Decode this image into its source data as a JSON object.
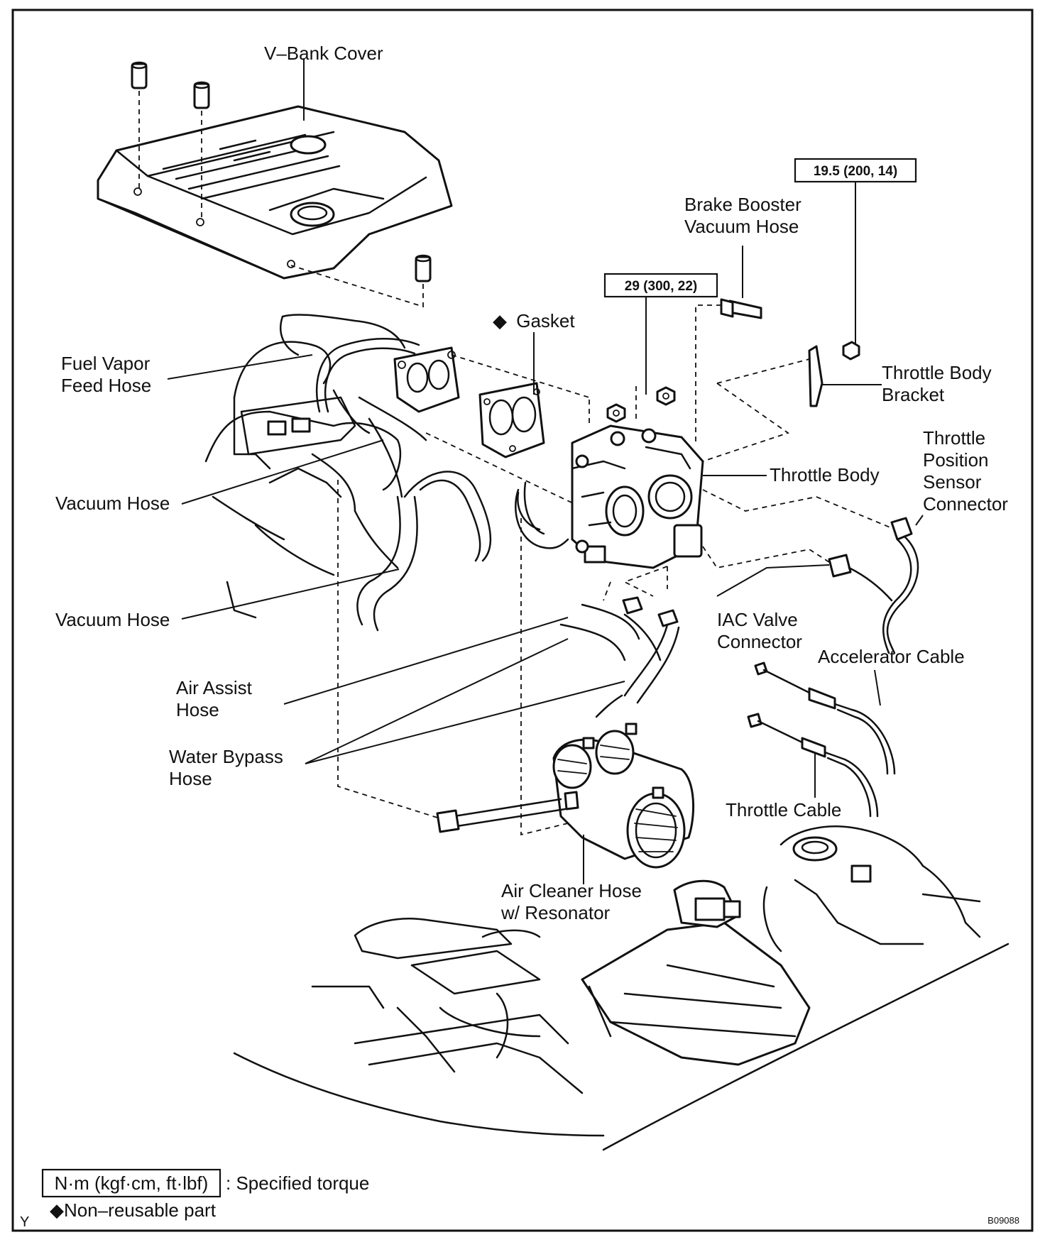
{
  "labels": {
    "v_bank_cover": "V–Bank Cover",
    "brake_booster_line1": "Brake Booster",
    "brake_booster_line2": "Vacuum Hose",
    "gasket": "Gasket",
    "fuel_vapor_line1": "Fuel Vapor",
    "fuel_vapor_line2": "Feed Hose",
    "throttle_body_bracket_line1": "Throttle Body",
    "throttle_body_bracket_line2": "Bracket",
    "throttle_position_line1": "Throttle",
    "throttle_position_line2": "Position",
    "throttle_position_line3": "Sensor",
    "throttle_position_line4": "Connector",
    "throttle_body": "Throttle Body",
    "vacuum_hose_upper": "Vacuum Hose",
    "vacuum_hose_lower": "Vacuum Hose",
    "iac_line1": "IAC Valve",
    "iac_line2": "Connector",
    "accelerator_cable": "Accelerator Cable",
    "air_assist_line1": "Air  Assist",
    "air_assist_line2": "Hose",
    "water_bypass_line1": "Water Bypass",
    "water_bypass_line2": "Hose",
    "throttle_cable": "Throttle Cable",
    "air_cleaner_line1": "Air Cleaner Hose",
    "air_cleaner_line2": "w/ Resonator"
  },
  "torques": {
    "bracket_bolt": "19.5 (200, 14)",
    "throttle_nut": "29 (300, 22)"
  },
  "legend": {
    "torque_units": "N·m (kgf·cm, ft·lbf)",
    "torque_desc": ": Specified torque",
    "nonreusable_symbol": "◆",
    "nonreusable_desc": "Non–reusable part"
  },
  "footer": {
    "corner_mark": "Y",
    "figure_code": "B09088"
  }
}
